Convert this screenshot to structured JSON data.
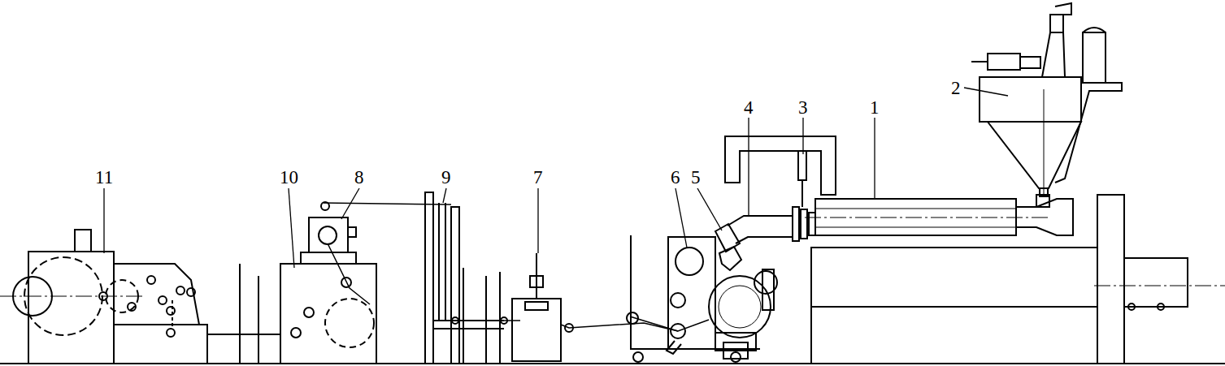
{
  "diagram": {
    "labels": [
      "11",
      "10",
      "8",
      "9",
      "7",
      "6",
      "5",
      "4",
      "3",
      "1",
      "2"
    ]
  }
}
